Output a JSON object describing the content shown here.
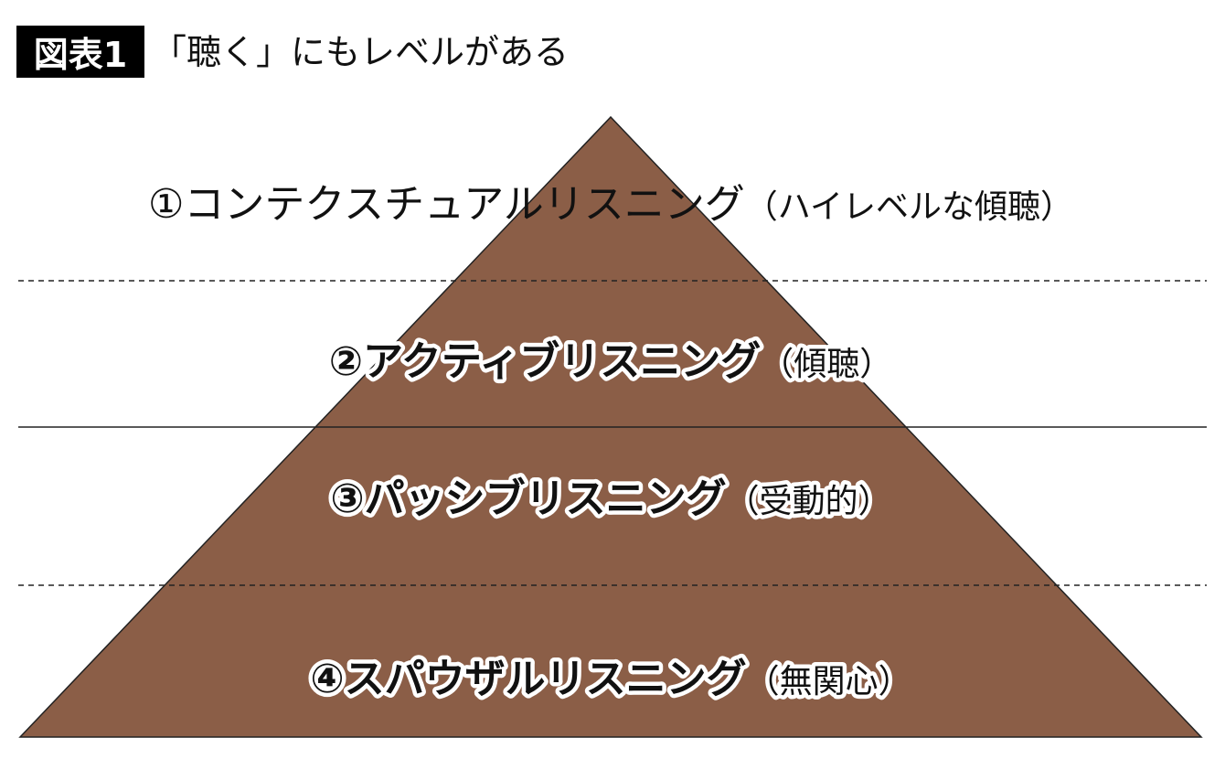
{
  "header": {
    "figure_label": "図表1",
    "title": "「聴く」にもレベルがある"
  },
  "pyramid": {
    "fill_color": "#8B5E47",
    "levels": [
      {
        "name": "①コンテクスチュアルリスニング",
        "note": "（ハイレベルな傾聴）"
      },
      {
        "name": "②アクティブリスニング",
        "note": "（傾聴）"
      },
      {
        "name": "③パッシブリスニング",
        "note": "（受動的）"
      },
      {
        "name": "④スパウザルリスニング",
        "note": "（無関心）"
      }
    ]
  }
}
